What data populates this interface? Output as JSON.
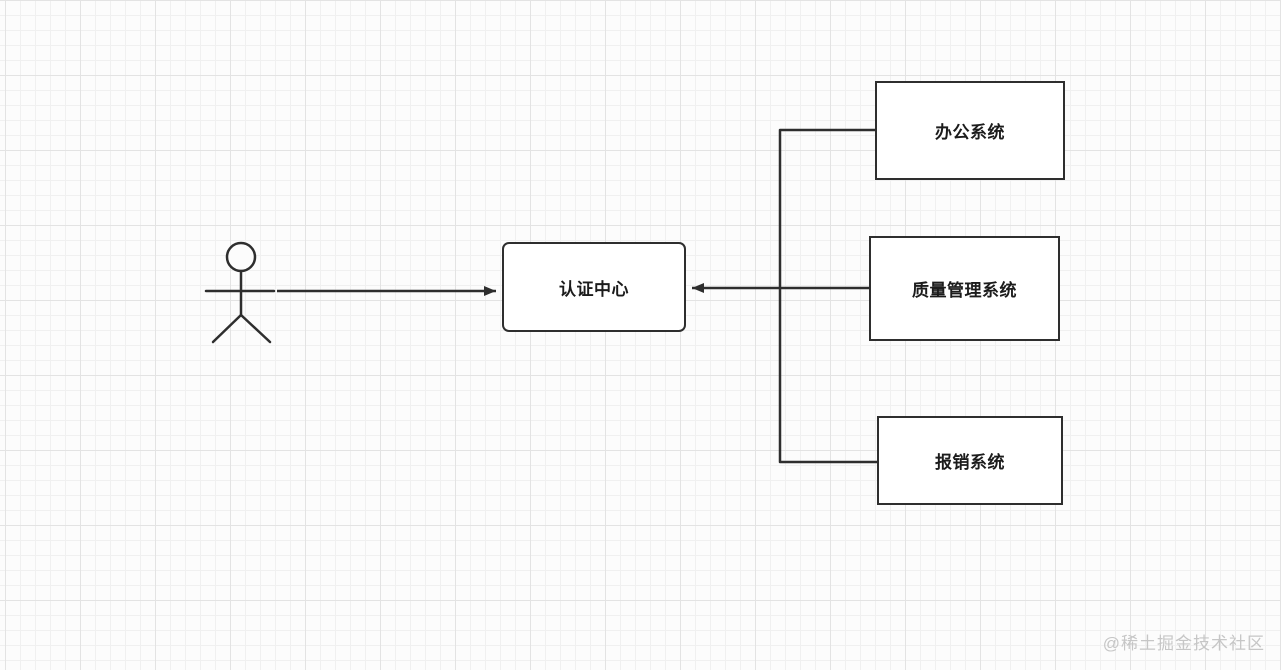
{
  "canvas": {
    "watermark": "@稀土掘金技术社区"
  },
  "diagram": {
    "actor": {
      "id": "user",
      "type": "stick-figure"
    },
    "nodes": [
      {
        "id": "auth-center",
        "label": "认证中心",
        "shape": "rounded-rect"
      },
      {
        "id": "office-system",
        "label": "办公系统",
        "shape": "rect"
      },
      {
        "id": "quality-system",
        "label": "质量管理系统",
        "shape": "rect"
      },
      {
        "id": "reimburse-system",
        "label": "报销系统",
        "shape": "rect"
      }
    ],
    "edges": [
      {
        "from": "user",
        "to": "auth-center",
        "arrow": "end"
      },
      {
        "from": "office-system",
        "to": "junction",
        "arrow": "none"
      },
      {
        "from": "quality-system",
        "to": "auth-center",
        "arrow": "end"
      },
      {
        "from": "reimburse-system",
        "to": "junction",
        "arrow": "none"
      }
    ],
    "colors": {
      "stroke": "#2e2e2e",
      "node_fill": "#ffffff",
      "label": "#1c1c1c",
      "background": "#fcfcfc",
      "grid_minor": "#f0f0f0",
      "grid_major": "#e3e3e3",
      "watermark": "#c6c6c6"
    }
  }
}
